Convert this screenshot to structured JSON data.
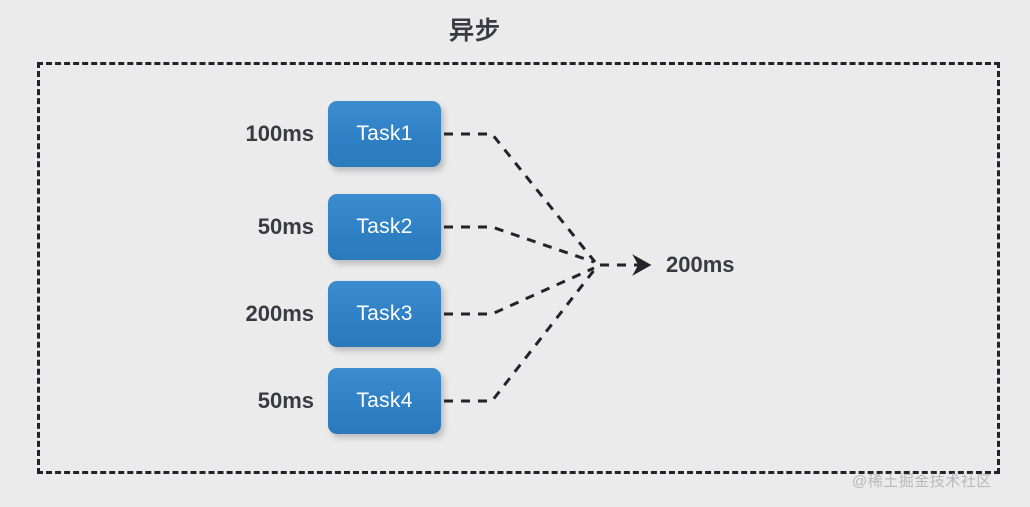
{
  "title": "异步",
  "colors": {
    "background": "#ebebeb",
    "box_fill": "#3182c4",
    "box_text": "#ffffff",
    "label_text": "#3a3a42",
    "border": "#23232b",
    "watermark": "#b9b9b9"
  },
  "container": {
    "border_style": "dashed"
  },
  "tasks": [
    {
      "duration": "100ms",
      "name": "Task1"
    },
    {
      "duration": "50ms",
      "name": "Task2"
    },
    {
      "duration": "200ms",
      "name": "Task3"
    },
    {
      "duration": "50ms",
      "name": "Task4"
    }
  ],
  "result": {
    "total": "200ms"
  },
  "watermark": {
    "text": "@稀土掘金技术社区"
  }
}
